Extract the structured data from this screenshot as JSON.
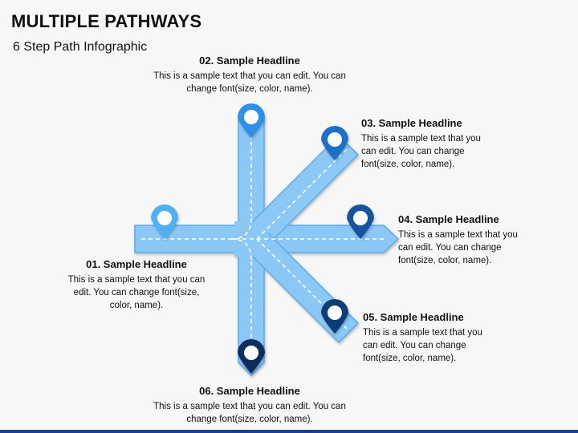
{
  "title": "MULTIPLE PATHWAYS",
  "subtitle": "6 Step Path Infographic",
  "steps": [
    {
      "headline": "01. Sample Headline",
      "text": "This is a sample text that you can edit. You can change font(size, color, name).",
      "pin_color": "#4fb0f5"
    },
    {
      "headline": "02. Sample Headline",
      "text": "This is a sample text that you can edit. You can change font(size, color, name).",
      "pin_color": "#2f8fe6"
    },
    {
      "headline": "03. Sample Headline",
      "text": "This is a sample text that you can edit. You can change font(size, color, name).",
      "pin_color": "#1f6fc8"
    },
    {
      "headline": "04. Sample Headline",
      "text": "This is a sample text that you can edit. You can change font(size, color, name).",
      "pin_color": "#13539e"
    },
    {
      "headline": "05. Sample Headline",
      "text": "This is a sample text that you can edit. You can change font(size, color, name).",
      "pin_color": "#0e3d78"
    },
    {
      "headline": "06. Sample Headline",
      "text": "This is a sample text that you can edit. You can change font(size, color, name).",
      "pin_color": "#0b2d5c"
    }
  ],
  "colors": {
    "road_fill": "#8cc8f5",
    "road_edge": "#5aa9ea",
    "lane_marking": "#ffffff",
    "accent_bar": "#1c3f94"
  },
  "icons": [
    "map-pin-icon"
  ]
}
